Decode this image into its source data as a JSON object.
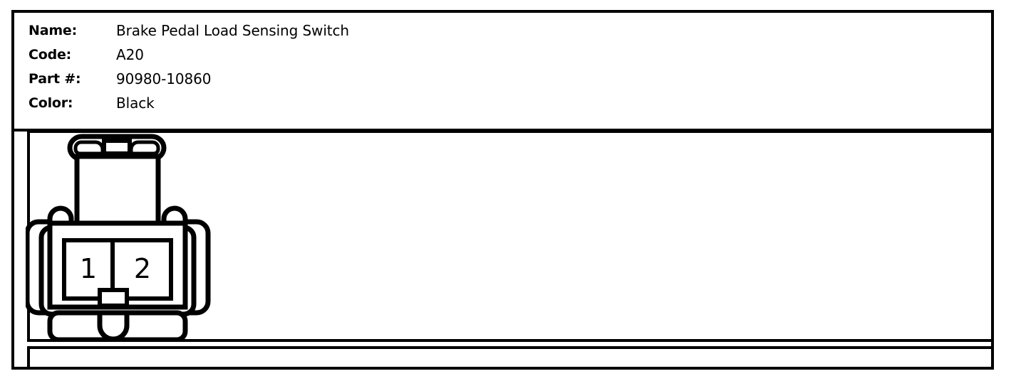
{
  "card": {
    "fields": [
      {
        "label": "Name:",
        "value": "Brake Pedal Load Sensing Switch"
      },
      {
        "label": "Code:",
        "value": "A20"
      },
      {
        "label": "Part #:",
        "value": "90980-10860"
      },
      {
        "label": "Color:",
        "value": "Black"
      }
    ]
  },
  "diagram": {
    "type": "connector-face-view",
    "title": "",
    "cavity_count": 2,
    "pins": [
      {
        "number": "1",
        "position": "left"
      },
      {
        "number": "2",
        "position": "right"
      }
    ],
    "features": [
      "top-latch-bar",
      "left-guide-rib",
      "right-guide-rib",
      "left-side-tab",
      "right-side-tab",
      "bottom-shroud",
      "bottom-center-notch",
      "center-keyway"
    ],
    "line_color": "#000000",
    "fill_color": "#ffffff"
  },
  "colors": {
    "ink": "#000000",
    "paper": "#ffffff"
  }
}
